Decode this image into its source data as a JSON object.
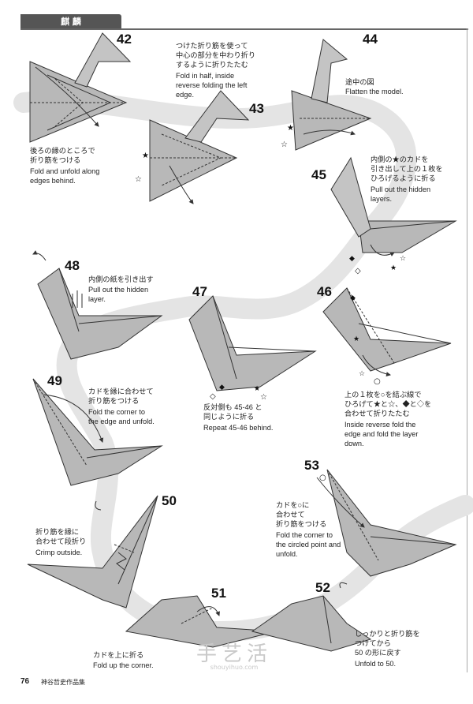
{
  "header": {
    "tab_label": "麒 麟",
    "page_number": "76",
    "book_title": "神谷哲史作品集"
  },
  "watermark": {
    "main": "手艺活",
    "sub": "shouyihuo.com"
  },
  "steps": [
    {
      "id": "42",
      "number": "42",
      "ja": "後ろの縁のところで\n折り筋をつける",
      "en": "Fold and unfold along\nedges behind."
    },
    {
      "id": "43",
      "number": "43",
      "ja": "つけた折り筋を使って\n中心の部分を中わり折り\nするように折りたたむ",
      "en": "Fold in half, inside\nreverse folding the left\nedge."
    },
    {
      "id": "44",
      "number": "44",
      "ja": "途中の図",
      "en": "Flatten the model."
    },
    {
      "id": "45",
      "number": "45",
      "ja": "内側の★のカドを\n引き出して上の１枚を\nひろげるように折る",
      "en": "Pull out the hidden\nlayers."
    },
    {
      "id": "46",
      "number": "46",
      "ja": "上の１枚を○を結ぶ線で\nひろげて★と☆、◆と◇を\n合わせて折りたたむ",
      "en": "Inside reverse fold the\nedge and fold the layer\ndown."
    },
    {
      "id": "47",
      "number": "47",
      "ja": "反対側も 45-46 と\n同じように折る",
      "en": "Repeat 45-46 behind."
    },
    {
      "id": "48",
      "number": "48",
      "ja": "内側の紙を引き出す",
      "en": "Pull out the hidden\nlayer."
    },
    {
      "id": "49",
      "number": "49",
      "ja": "カドを縁に合わせて\n折り筋をつける",
      "en": "Fold the corner to\nthe edge and unfold."
    },
    {
      "id": "50",
      "number": "50",
      "ja": "折り筋を縁に\n合わせて段折り",
      "en": "Crimp outside."
    },
    {
      "id": "51",
      "number": "51",
      "ja": "カドを上に折る",
      "en": "Fold up the corner."
    },
    {
      "id": "52",
      "number": "52",
      "ja": "しっかりと折り筋を\nつけてから\n50 の形に戻す",
      "en": "Unfold to 50."
    },
    {
      "id": "53",
      "number": "53",
      "ja": "カドを○に\n合わせて\n折り筋をつける",
      "en": "Fold the corner to\nthe circled point and\nunfold."
    }
  ]
}
